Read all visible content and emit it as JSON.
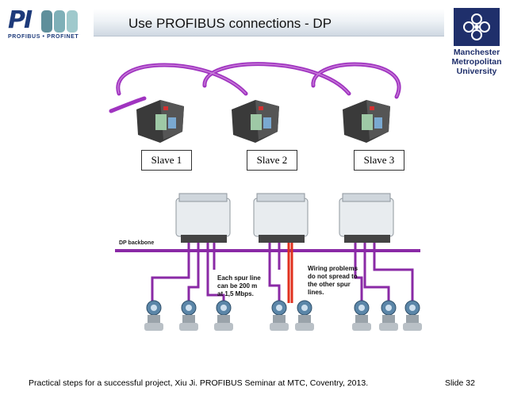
{
  "header": {
    "title": "Use PROFIBUS connections - DP",
    "logo_letters": "PI",
    "logo_tagline": "PROFIBUS • PROFINET",
    "university": "Manchester\nMetropolitan\nUniversity"
  },
  "diagram": {
    "slaves": [
      "Slave 1",
      "Slave 2",
      "Slave 3"
    ],
    "backbone_label": "DP backbone",
    "note_spur": "Each spur line\ncan be 200 m\nat 1,5 Mbps.",
    "note_wiring": "Wiring problems\ndo not spread to\nthe other spur\nlines."
  },
  "footer": {
    "citation": "Practical steps for a successful project, Xiu Ji. PROFIBUS Seminar at MTC, Coventry, 2013.",
    "slide": "Slide 32"
  },
  "colors": {
    "purple_cable": "#9b30b3",
    "red_spur": "#e0301e",
    "title_text": "#111111",
    "university_blue": "#1f2f6b",
    "profibus_blue": "#1d3a7a"
  }
}
